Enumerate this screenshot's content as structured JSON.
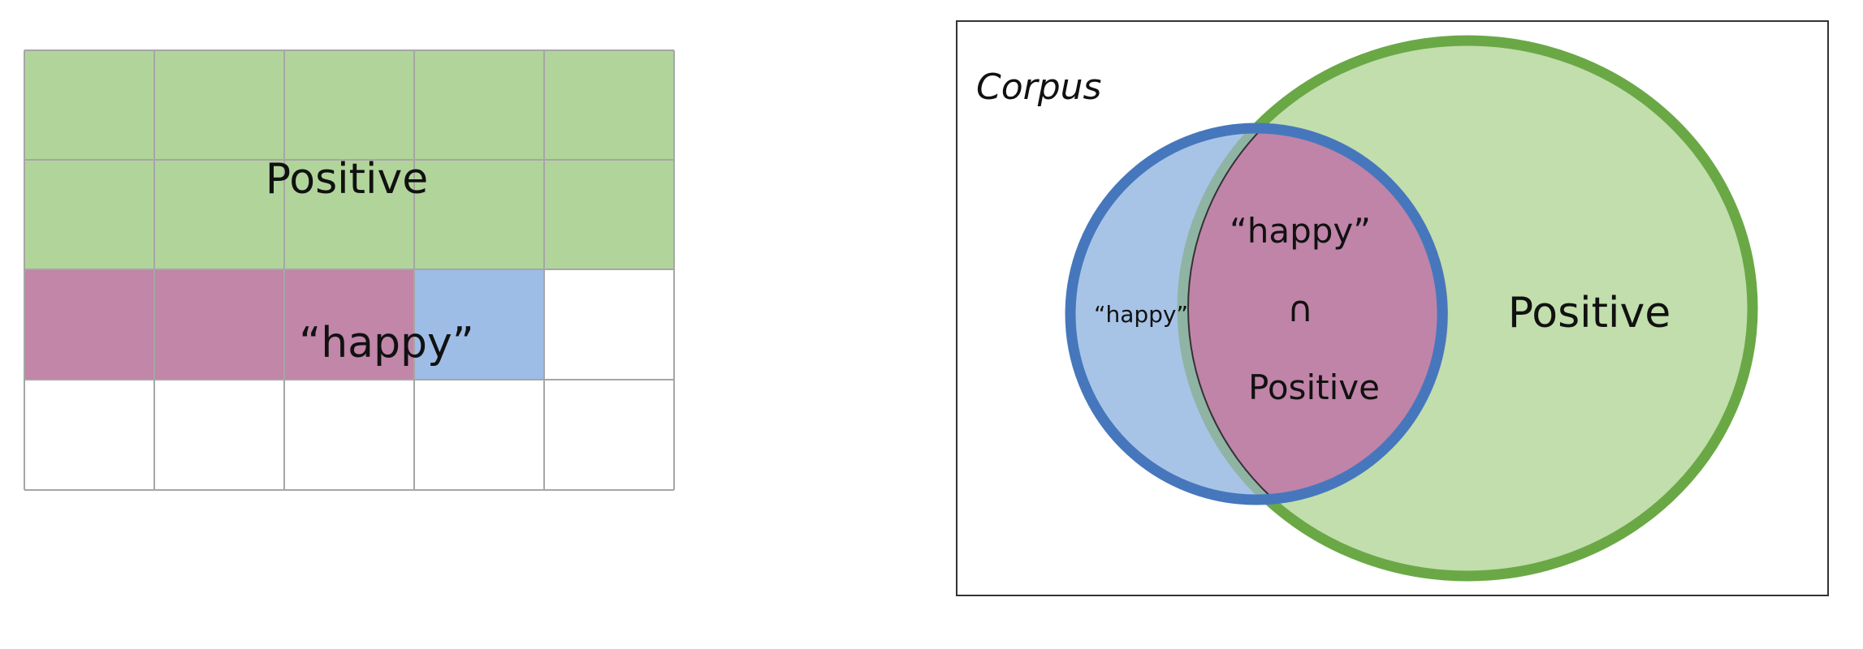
{
  "grid_diagram": {
    "positive_label": "Positive",
    "happy_label": "“happy”",
    "colors": {
      "positive": "#b1d49b",
      "happy_and_positive": "#c186a8",
      "happy_only": "#9dbde6",
      "empty": "#ffffff",
      "grid_line": "#a6a6a6"
    }
  },
  "venn_diagram": {
    "corpus_label": "Corpus",
    "happy_only_label": "“happy”",
    "intersection_top_label": "“happy”",
    "intersection_symbol": "∩",
    "intersection_bottom_label": "Positive",
    "positive_label": "Positive",
    "colors": {
      "positive_fill": "#c1deac",
      "positive_stroke": "#6aa846",
      "happy_fill": "#a7c4e7",
      "happy_stroke": "#4677bd",
      "intersection_fill": "#c084a8",
      "frame_stroke": "#333333"
    }
  }
}
